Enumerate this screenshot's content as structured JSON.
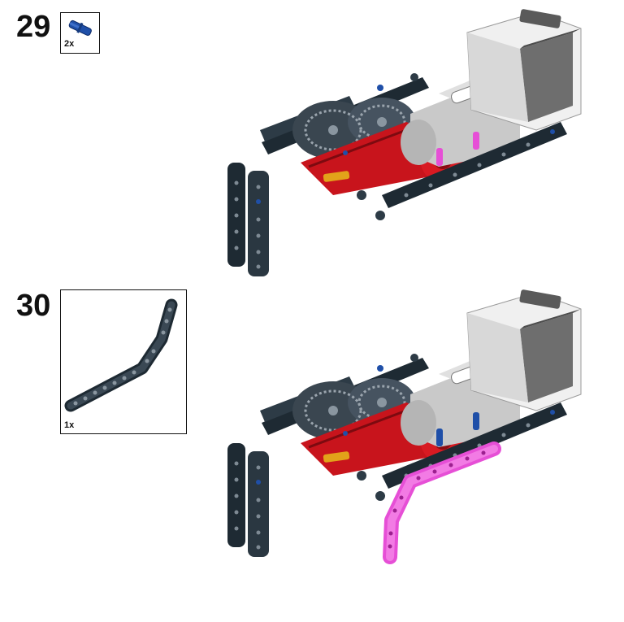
{
  "steps": [
    {
      "number": "29",
      "parts": [
        {
          "icon": "blue-axle-pin-icon",
          "quantity": "2x",
          "color": "#1f4fa8"
        }
      ],
      "model": "robot-assembly-step-29"
    },
    {
      "number": "30",
      "parts": [
        {
          "icon": "bent-liftarm-icon",
          "quantity": "1x",
          "color": "#1e2a33"
        }
      ],
      "model": "robot-assembly-step-30",
      "highlight_color": "#e64fd6"
    }
  ],
  "colors": {
    "dark_bluish_gray": "#1e2a33",
    "light_gray": "#d8d8d8",
    "white": "#f0f0f0",
    "red": "#c8141c",
    "yellow": "#e2a21a",
    "blue": "#1f4fa8",
    "magenta": "#e64fd6",
    "tan_gray": "#6e6e6e"
  }
}
